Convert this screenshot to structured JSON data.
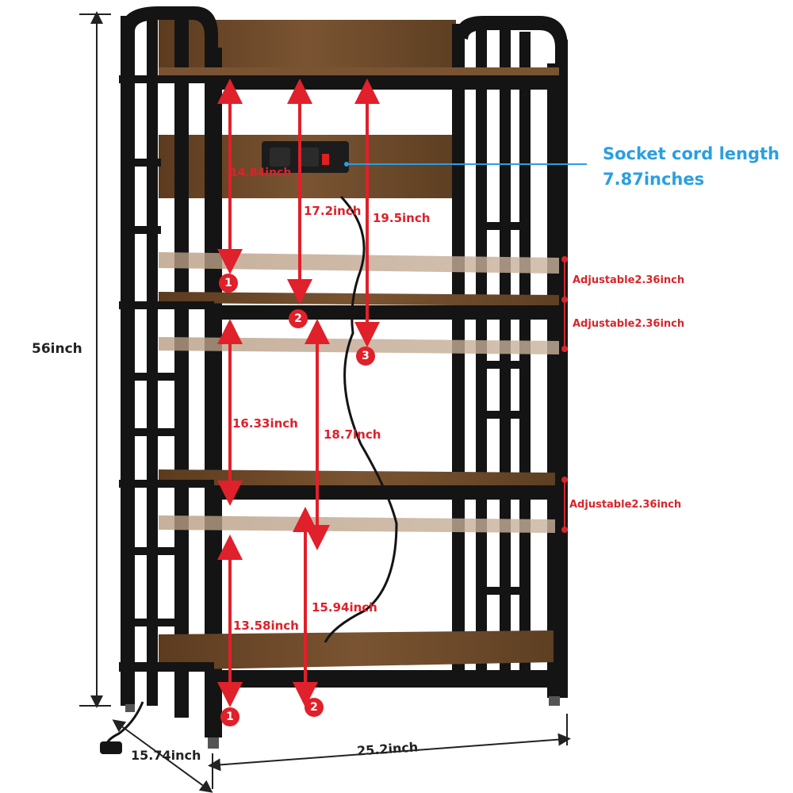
{
  "dimensions": {
    "height_total": "56inch",
    "width": "25.2inch",
    "depth": "15.74inch"
  },
  "socket": {
    "line1": "Socket cord length",
    "line2": "7.87inches"
  },
  "measurements": {
    "m_14_84": "14.84inch",
    "m_17_2": "17.2inch",
    "m_19_5": "19.5inch",
    "m_16_33": "16.33inch",
    "m_18_7": "18.7inch",
    "m_13_58": "13.58inch",
    "m_15_94": "15.94inch"
  },
  "adjustable": {
    "a1": "Adjustable2.36inch",
    "a2": "Adjustable2.36inch",
    "a3": "Adjustable2.36inch"
  },
  "badges": {
    "b1_top": "1",
    "b2_top": "2",
    "b3_top": "3",
    "b1_bottom": "1",
    "b2_bottom": "2"
  },
  "colors": {
    "frame": "#141414",
    "wood": "#6e4a2a",
    "measure_red": "#e0202a",
    "socket_blue": "#2a9fe0"
  }
}
